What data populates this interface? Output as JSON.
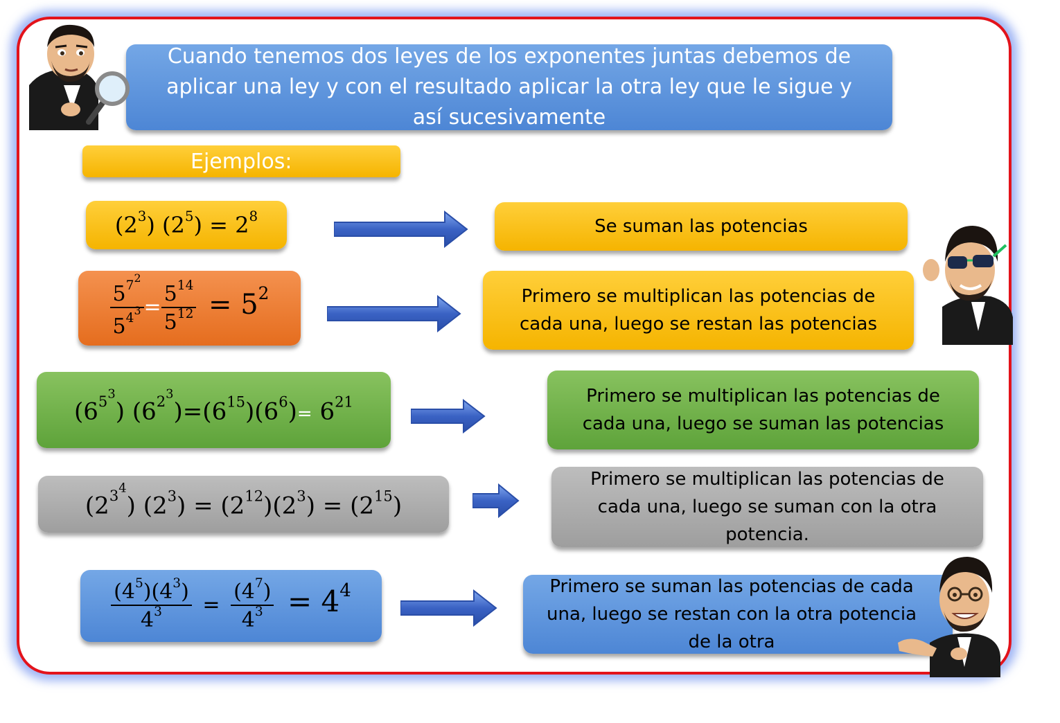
{
  "intro": {
    "text": "Cuando tenemos dos leyes de los exponentes juntas debemos de aplicar una ley y con el resultado aplicar la  otra ley que le sigue y así sucesivamente"
  },
  "examples_heading": "Ejemplos:",
  "examples": [
    {
      "formula": {
        "p1": "(2",
        "e1": "3",
        "p2": ") (2",
        "e2": "5",
        "p3": ") = 2",
        "e3": "8"
      },
      "explanation": "Se suman las potencias"
    },
    {
      "formula": {
        "a_base": "5",
        "a_exp": "7",
        "a_exp2": "2",
        "b_base": "5",
        "b_exp": "4",
        "b_exp2": "3",
        "eq": "=",
        "c_num": "5",
        "c_num_exp": "14",
        "c_den": "5",
        "c_den_exp": "12",
        "res": "= 5",
        "res_exp": "2"
      },
      "explanation": "Primero se multiplican las potencias de cada una, luego se restan las potencias"
    },
    {
      "formula": {
        "p1": "(6",
        "e1": "5",
        "e1b": "3",
        "p2": ") (6",
        "e2": "2",
        "e2b": "3",
        "p3": ")=(6",
        "e3": "15",
        "p4": ")(6",
        "e4": "6",
        "p5": ")",
        "eq": "=",
        "p6": " 6",
        "e6": "21"
      },
      "explanation": "Primero se multiplican las potencias de cada una, luego se suman las potencias"
    },
    {
      "formula": {
        "p1": "(2",
        "e1": "3",
        "e1b": "4",
        "p2": ") (2",
        "e2": "3",
        "p3": ") = (2",
        "e3": "12",
        "p4": ")(2",
        "e4": "3",
        "p5": ") = (2",
        "e5": "15",
        "p6": ")"
      },
      "explanation": "Primero se multiplican las potencias de cada una, luego se suman con la otra potencia."
    },
    {
      "formula": {
        "n1": "(4",
        "n1e": "5",
        "n1b": ")(4",
        "n1be": "3",
        "n1c": ")",
        "d1": "4",
        "d1e": "3",
        "eq": "=",
        "n2": "(4",
        "n2e": "7",
        "n2b": ")",
        "d2": "4",
        "d2e": "3",
        "res": "= 4",
        "res_exp": "4"
      },
      "explanation": "Primero se suman las potencias de cada una, luego se restan con la otra potencia de la otra"
    }
  ],
  "colors": {
    "frame_border": "#e3131b",
    "frame_glow": "#7d9bf0",
    "blue": "#5b93dc",
    "yellow": "#ffc000",
    "orange": "#ed7d31",
    "green": "#70ad47",
    "gray": "#a5a5a5",
    "arrow": "#3a62c4"
  },
  "icons": [
    "detective-avatar-icon",
    "sunglasses-avatar-icon",
    "presenter-avatar-icon",
    "right-arrow-icon"
  ]
}
